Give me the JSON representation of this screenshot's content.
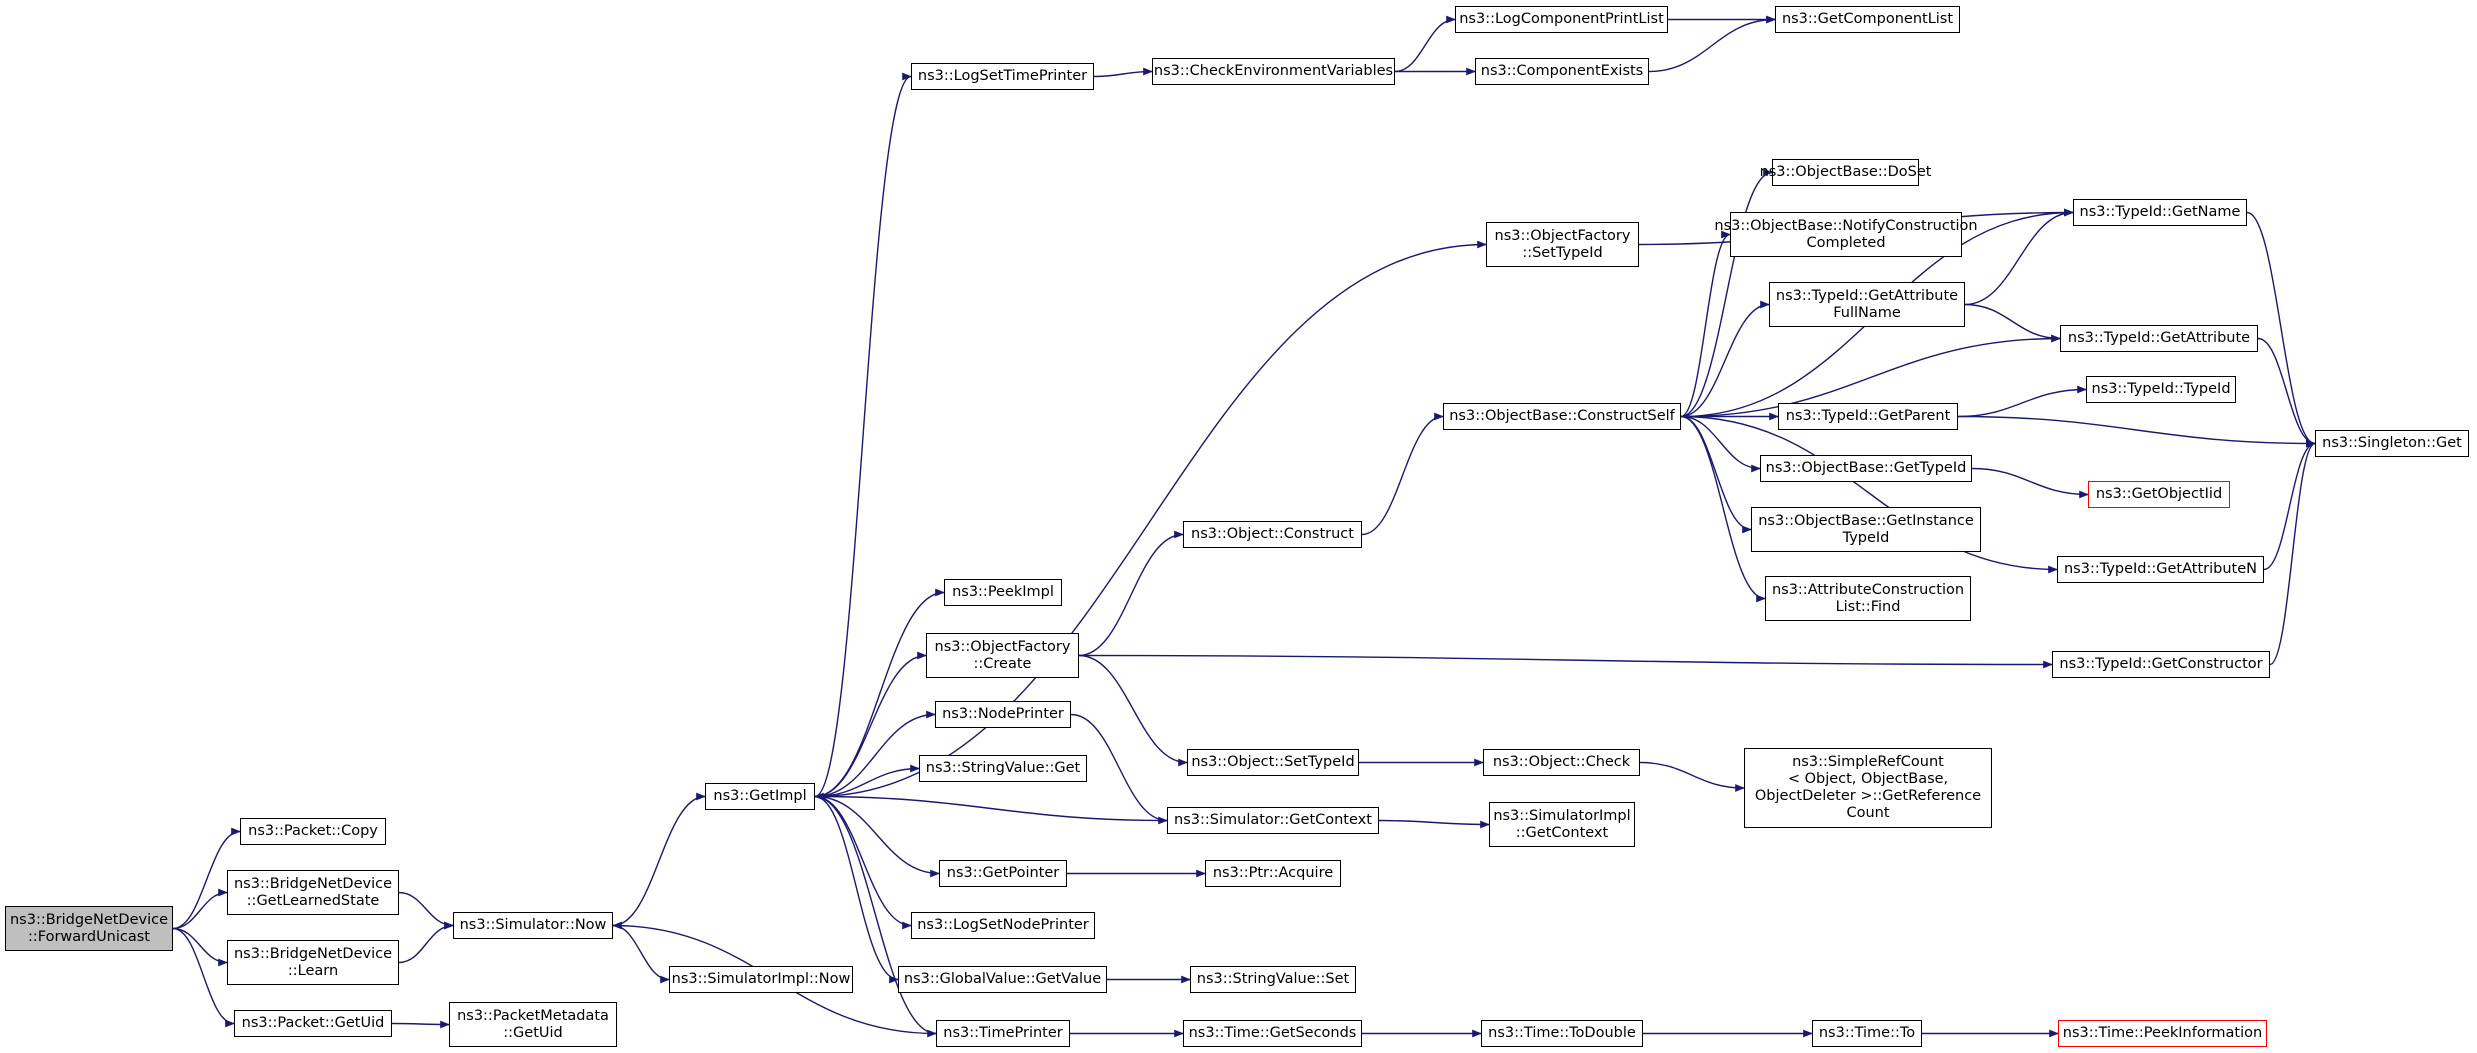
{
  "diagram": {
    "type": "call-graph",
    "edge_color": "#191970",
    "node_border": "#000000",
    "highlight_fill": "#bfbfbf",
    "missing_border": "#ff0000",
    "nodes": [
      {
        "id": "fwd",
        "label": "ns3::BridgeNetDevice\n::ForwardUnicast",
        "style": "root"
      },
      {
        "id": "pcopy",
        "label": "ns3::Packet::Copy"
      },
      {
        "id": "getlearned",
        "label": "ns3::BridgeNetDevice\n::GetLearnedState"
      },
      {
        "id": "learn",
        "label": "ns3::BridgeNetDevice\n::Learn"
      },
      {
        "id": "pgetuid",
        "label": "ns3::Packet::GetUid"
      },
      {
        "id": "pmgetuid",
        "label": "ns3::PacketMetadata\n::GetUid"
      },
      {
        "id": "simnow",
        "label": "ns3::Simulator::Now"
      },
      {
        "id": "simimplnow",
        "label": "ns3::SimulatorImpl::Now"
      },
      {
        "id": "getimpl",
        "label": "ns3::GetImpl"
      },
      {
        "id": "logsettime",
        "label": "ns3::LogSetTimePrinter"
      },
      {
        "id": "checkenv",
        "label": "ns3::CheckEnvironmentVariables"
      },
      {
        "id": "logcompprint",
        "label": "ns3::LogComponentPrintList"
      },
      {
        "id": "compexists",
        "label": "ns3::ComponentExists"
      },
      {
        "id": "getcomplist",
        "label": "ns3::GetComponentList"
      },
      {
        "id": "ofsettypeid",
        "label": "ns3::ObjectFactory\n::SetTypeId"
      },
      {
        "id": "peekimpl",
        "label": "ns3::PeekImpl"
      },
      {
        "id": "ofcreate",
        "label": "ns3::ObjectFactory\n::Create"
      },
      {
        "id": "nodeprinter",
        "label": "ns3::NodePrinter"
      },
      {
        "id": "strvalget",
        "label": "ns3::StringValue::Get"
      },
      {
        "id": "getpointer",
        "label": "ns3::GetPointer"
      },
      {
        "id": "logsetnode",
        "label": "ns3::LogSetNodePrinter"
      },
      {
        "id": "gvgetvalue",
        "label": "ns3::GlobalValue::GetValue"
      },
      {
        "id": "timeprinter",
        "label": "ns3::TimePrinter"
      },
      {
        "id": "objconstruct",
        "label": "ns3::Object::Construct"
      },
      {
        "id": "obconstructself",
        "label": "ns3::ObjectBase::ConstructSelf"
      },
      {
        "id": "objsettypeid",
        "label": "ns3::Object::SetTypeId"
      },
      {
        "id": "simgetctx",
        "label": "ns3::Simulator::GetContext"
      },
      {
        "id": "ptracquire",
        "label": "ns3::Ptr::Acquire"
      },
      {
        "id": "strvalset",
        "label": "ns3::StringValue::Set"
      },
      {
        "id": "timegetsec",
        "label": "ns3::Time::GetSeconds"
      },
      {
        "id": "objcheck",
        "label": "ns3::Object::Check"
      },
      {
        "id": "simimplgetctx",
        "label": "ns3::SimulatorImpl\n::GetContext"
      },
      {
        "id": "timetodouble",
        "label": "ns3::Time::ToDouble"
      },
      {
        "id": "timeto",
        "label": "ns3::Time::To"
      },
      {
        "id": "timepeekinfo",
        "label": "ns3::Time::PeekInformation",
        "style": "red"
      },
      {
        "id": "simplerefcount",
        "label": "ns3::SimpleRefCount\n< Object, ObjectBase,\n ObjectDeleter >::GetReference\nCount"
      },
      {
        "id": "obdoset",
        "label": "ns3::ObjectBase::DoSet"
      },
      {
        "id": "obnotify",
        "label": "ns3::ObjectBase::NotifyConstruction\nCompleted"
      },
      {
        "id": "tidgetattrfull",
        "label": "ns3::TypeId::GetAttribute\nFullName"
      },
      {
        "id": "tidgetparent",
        "label": "ns3::TypeId::GetParent"
      },
      {
        "id": "obgettypeid",
        "label": "ns3::ObjectBase::GetTypeId"
      },
      {
        "id": "obgetinsttypeid",
        "label": "ns3::ObjectBase::GetInstance\nTypeId"
      },
      {
        "id": "attrconstfind",
        "label": "ns3::AttributeConstruction\nList::Find"
      },
      {
        "id": "tidgetname",
        "label": "ns3::TypeId::GetName"
      },
      {
        "id": "tidgetattr",
        "label": "ns3::TypeId::GetAttribute"
      },
      {
        "id": "tidtypeid",
        "label": "ns3::TypeId::TypeId"
      },
      {
        "id": "getobjectiid",
        "label": "ns3::GetObjectIid",
        "style": "red"
      },
      {
        "id": "tidgetattrn",
        "label": "ns3::TypeId::GetAttributeN"
      },
      {
        "id": "tidgetctor",
        "label": "ns3::TypeId::GetConstructor"
      },
      {
        "id": "singletonget",
        "label": "ns3::Singleton::Get"
      }
    ],
    "edges": [
      [
        "fwd",
        "pcopy"
      ],
      [
        "fwd",
        "getlearned"
      ],
      [
        "fwd",
        "learn"
      ],
      [
        "fwd",
        "pgetuid"
      ],
      [
        "getlearned",
        "simnow"
      ],
      [
        "learn",
        "simnow"
      ],
      [
        "pgetuid",
        "pmgetuid"
      ],
      [
        "simnow",
        "getimpl"
      ],
      [
        "simnow",
        "simimplnow"
      ],
      [
        "getimpl",
        "logsettime"
      ],
      [
        "getimpl",
        "ofsettypeid"
      ],
      [
        "getimpl",
        "peekimpl"
      ],
      [
        "getimpl",
        "ofcreate"
      ],
      [
        "getimpl",
        "nodeprinter"
      ],
      [
        "getimpl",
        "strvalget"
      ],
      [
        "getimpl",
        "getpointer"
      ],
      [
        "getimpl",
        "logsetnode"
      ],
      [
        "getimpl",
        "gvgetvalue"
      ],
      [
        "getimpl",
        "timeprinter"
      ],
      [
        "simgetctx",
        "getimpl"
      ],
      [
        "timeprinter",
        "simnow"
      ],
      [
        "logsettime",
        "checkenv"
      ],
      [
        "checkenv",
        "logcompprint"
      ],
      [
        "checkenv",
        "compexists"
      ],
      [
        "logcompprint",
        "getcomplist"
      ],
      [
        "compexists",
        "getcomplist"
      ],
      [
        "ofsettypeid",
        "tidgetname"
      ],
      [
        "ofcreate",
        "objconstruct"
      ],
      [
        "ofcreate",
        "objsettypeid"
      ],
      [
        "ofcreate",
        "tidgetctor"
      ],
      [
        "objconstruct",
        "obconstructself"
      ],
      [
        "nodeprinter",
        "simgetctx"
      ],
      [
        "getpointer",
        "ptracquire"
      ],
      [
        "gvgetvalue",
        "strvalset"
      ],
      [
        "timeprinter",
        "timegetsec"
      ],
      [
        "timegetsec",
        "timetodouble"
      ],
      [
        "timetodouble",
        "timeto"
      ],
      [
        "timeto",
        "timepeekinfo"
      ],
      [
        "objsettypeid",
        "objcheck"
      ],
      [
        "objcheck",
        "simplerefcount"
      ],
      [
        "simgetctx",
        "simimplgetctx"
      ],
      [
        "obconstructself",
        "obdoset"
      ],
      [
        "obconstructself",
        "obnotify"
      ],
      [
        "obconstructself",
        "tidgetattrfull"
      ],
      [
        "obconstructself",
        "tidgetparent"
      ],
      [
        "obconstructself",
        "obgettypeid"
      ],
      [
        "obconstructself",
        "obgetinsttypeid"
      ],
      [
        "obconstructself",
        "attrconstfind"
      ],
      [
        "obconstructself",
        "tidgetname"
      ],
      [
        "obconstructself",
        "tidgetattr"
      ],
      [
        "obconstructself",
        "tidgetattrn"
      ],
      [
        "tidgetattrfull",
        "tidgetname"
      ],
      [
        "tidgetattrfull",
        "tidgetattr"
      ],
      [
        "tidgetparent",
        "tidtypeid"
      ],
      [
        "tidgetparent",
        "singletonget"
      ],
      [
        "obgettypeid",
        "getobjectiid"
      ],
      [
        "tidgetname",
        "singletonget"
      ],
      [
        "tidgetattr",
        "singletonget"
      ],
      [
        "tidgetattrn",
        "singletonget"
      ],
      [
        "tidgetctor",
        "singletonget"
      ]
    ]
  }
}
